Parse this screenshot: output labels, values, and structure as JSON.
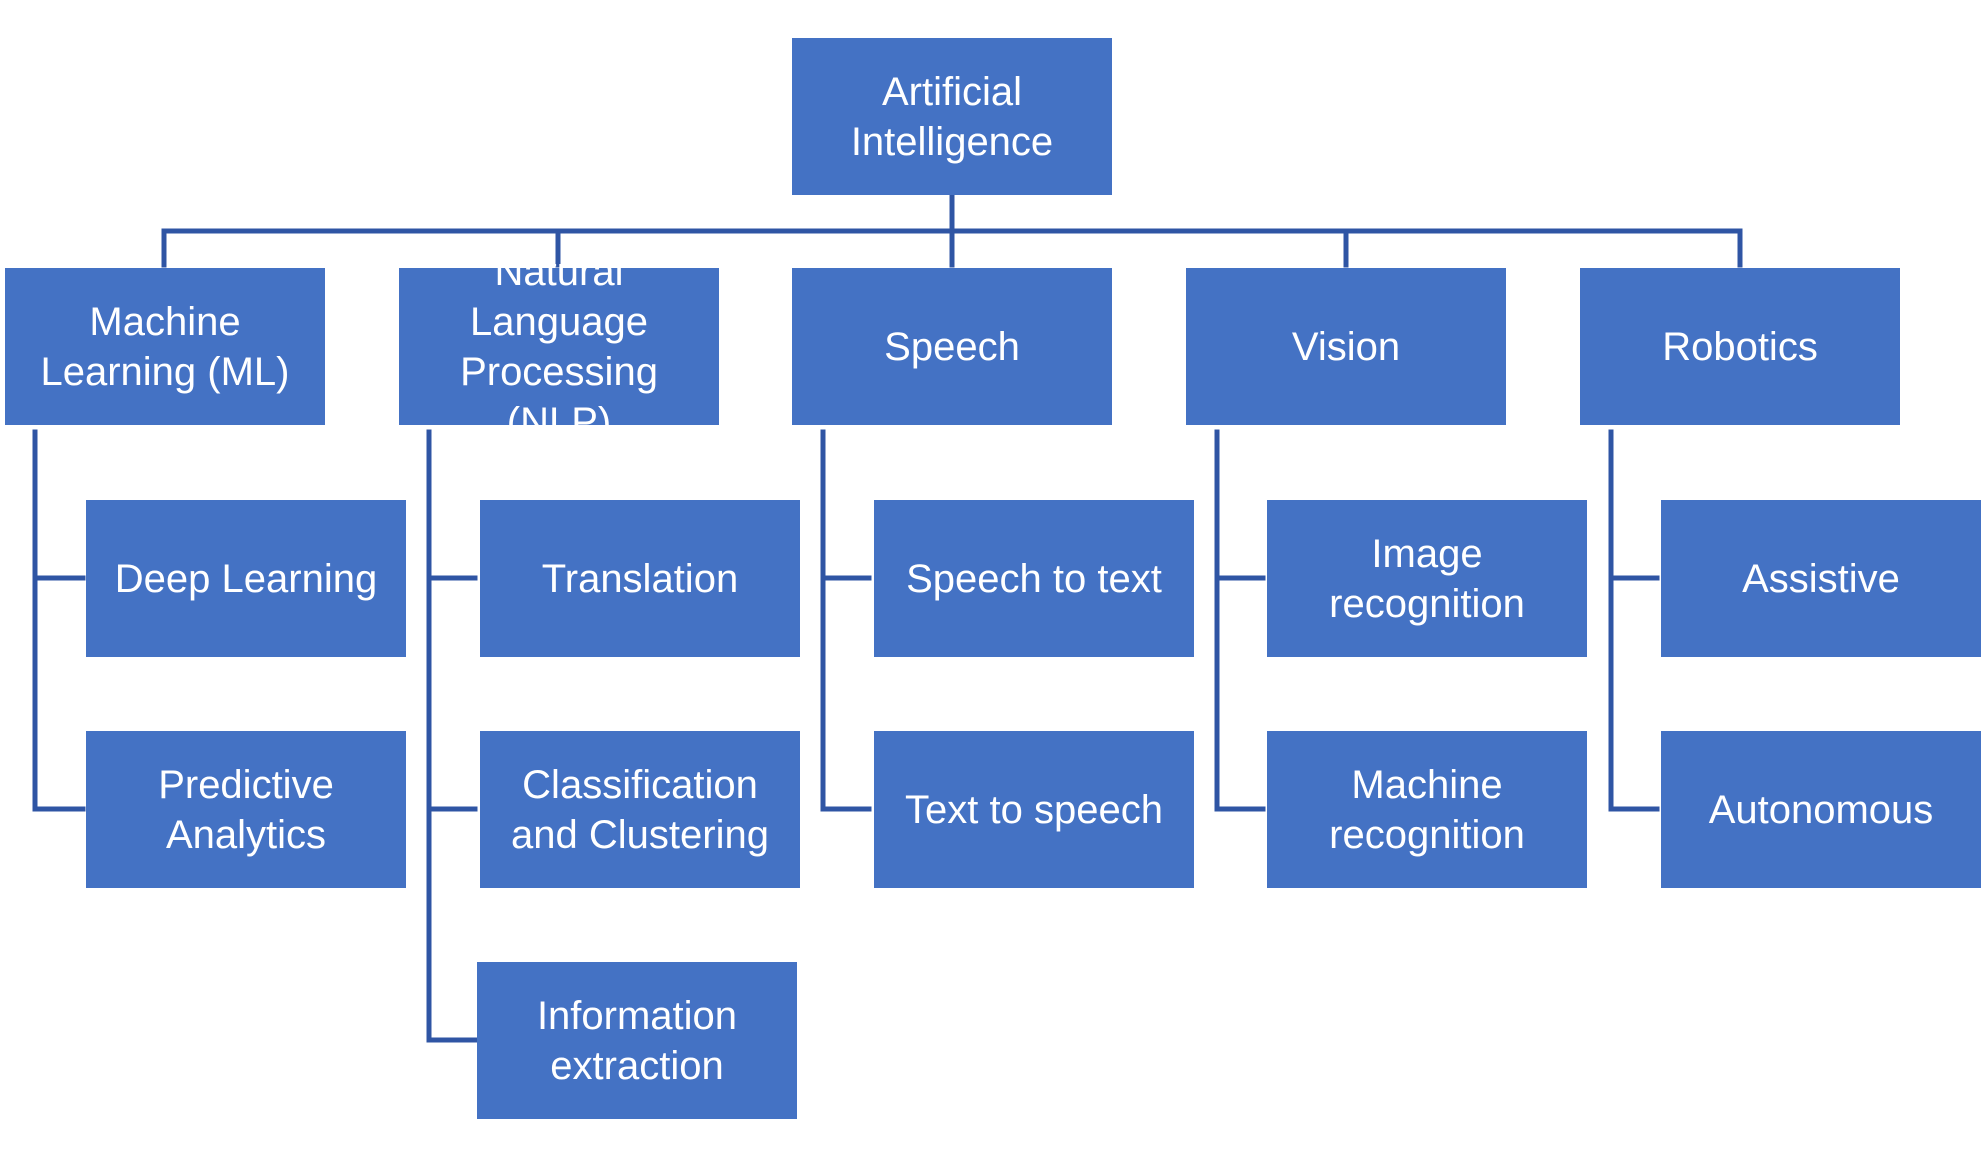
{
  "root": {
    "label": "Artificial\nIntelligence"
  },
  "categories": [
    {
      "label": "Machine\nLearning (ML)",
      "children": [
        "Deep Learning",
        "Predictive\nAnalytics"
      ]
    },
    {
      "label": "Natural\nLanguage\nProcessing (NLP)",
      "children": [
        "Translation",
        "Classification\nand Clustering",
        "Information\nextraction"
      ]
    },
    {
      "label": "Speech",
      "children": [
        "Speech to text",
        "Text to speech"
      ]
    },
    {
      "label": "Vision",
      "children": [
        "Image\nrecognition",
        "Machine\nrecognition"
      ]
    },
    {
      "label": "Robotics",
      "children": [
        "Assistive",
        "Autonomous"
      ]
    }
  ],
  "colors": {
    "box_fill": "#4472c4",
    "connector": "#2f55a4",
    "text": "#ffffff"
  }
}
